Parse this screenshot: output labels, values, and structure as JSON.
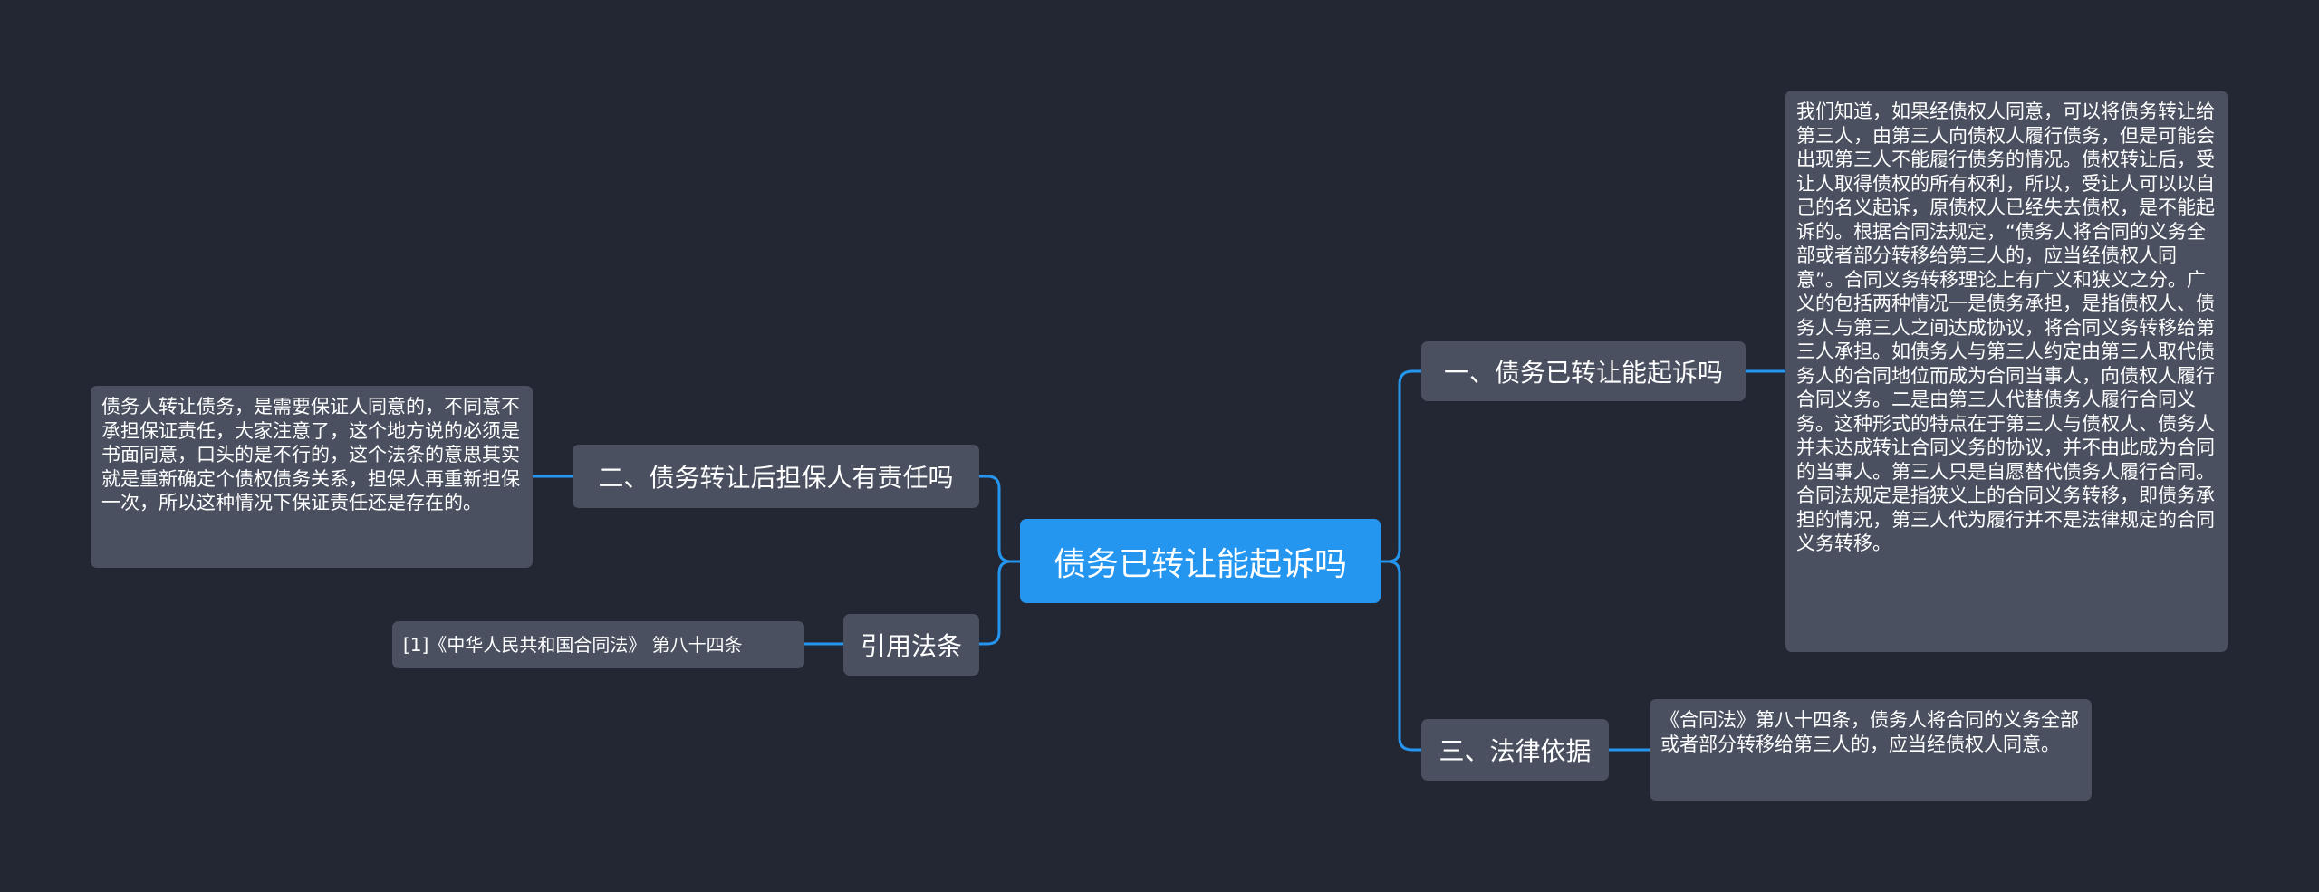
{
  "mindmap": {
    "root": {
      "label": "债务已转让能起诉吗"
    },
    "branches": [
      {
        "id": "b1",
        "label": "一、债务已转让能起诉吗",
        "note": "我们知道，如果经债权人同意，可以将债务转让给第三人，由第三人向债权人履行债务，但是可能会出现第三人不能履行债务的情况。债权转让后，受让人取得债权的所有权利，所以，受让人可以以自己的名义起诉，原债权人已经失去债权，是不能起诉的。根据合同法规定，“债务人将合同的义务全部或者部分转移给第三人的，应当经债权人同意”。合同义务转移理论上有广义和狭义之分。广义的包括两种情况一是债务承担，是指债权人、债务人与第三人之间达成协议，将合同义务转移给第三人承担。如债务人与第三人约定由第三人取代债务人的合同地位而成为合同当事人，向债权人履行合同义务。二是由第三人代替债务人履行合同义务。这种形式的特点在于第三人与债权人、债务人并未达成转让合同义务的协议，并不由此成为合同的当事人。第三人只是自愿替代债务人履行合同。合同法规定是指狭义上的合同义务转移，即债务承担的情况，第三人代为履行并不是法律规定的合同义务转移。"
      },
      {
        "id": "b2",
        "label": "二、债务转让后担保人有责任吗",
        "note": "债务人转让债务，是需要保证人同意的，不同意不承担保证责任，大家注意了，这个地方说的必须是书面同意，口头的是不行的，这个法条的意思其实就是重新确定个债权债务关系，担保人再重新担保一次，所以这种情况下保证责任还是存在的。"
      },
      {
        "id": "b3",
        "label": "三、法律依据",
        "note": "《合同法》第八十四条，债务人将合同的义务全部或者部分转移给第三人的，应当经债权人同意。"
      },
      {
        "id": "b4",
        "label": "引用法条",
        "note": "[1]《中华人民共和国合同法》 第八十四条"
      }
    ],
    "colors": {
      "background": "#232733",
      "root": "#2496f0",
      "topic": "#4a5060",
      "connector": "#2496f0"
    }
  }
}
